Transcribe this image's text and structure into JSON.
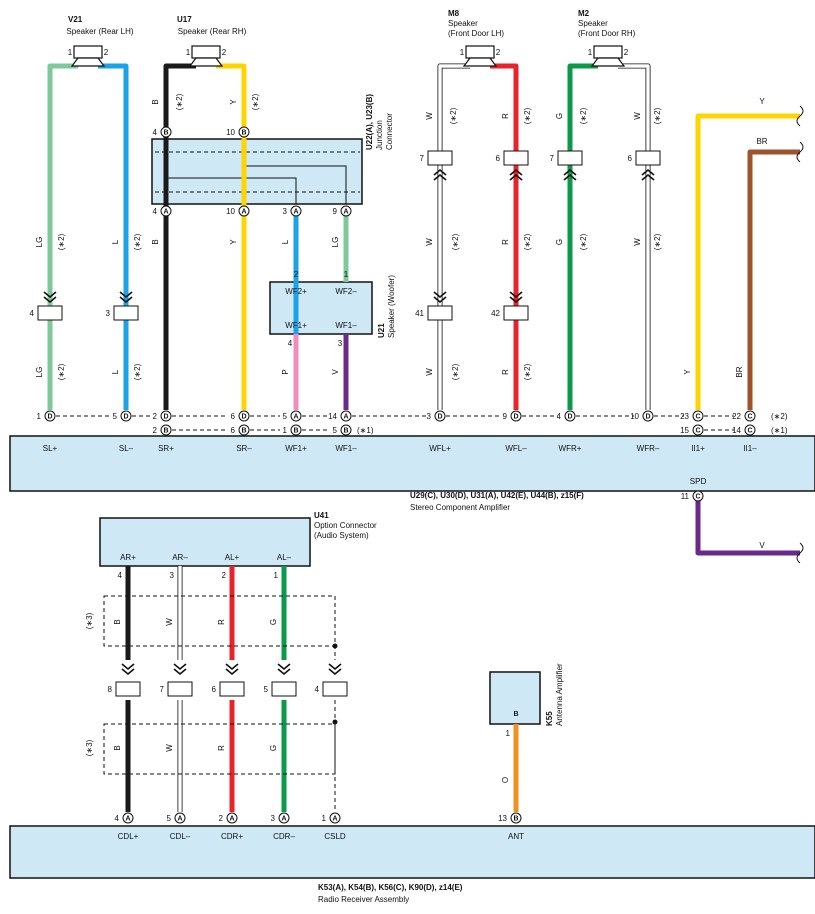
{
  "components": {
    "v21": {
      "code": "V21",
      "name": "Speaker (Rear LH)"
    },
    "u17": {
      "code": "U17",
      "name": "Speaker (Rear RH)"
    },
    "m8": {
      "code": "M8",
      "name1": "Speaker",
      "name2": "(Front Door LH)"
    },
    "m2": {
      "code": "M2",
      "name1": "Speaker",
      "name2": "(Front Door RH)"
    },
    "junction": {
      "code": "U22(A), U23(B)",
      "name1": "Junction",
      "name2": "Connector"
    },
    "woofer": {
      "code": "U21",
      "name": "Speaker (Woofer)"
    },
    "amplifier": {
      "codes": "U29(C), U30(D), U31(A), U42(E), U44(B), z15(F)",
      "name": "Stereo Component Amplifier"
    },
    "option": {
      "code": "U41",
      "name1": "Option Connector",
      "name2": "(Audio System)"
    },
    "antenna": {
      "code": "K55",
      "name": "Antenna Amplifier"
    },
    "radio": {
      "codes": "K53(A), K54(B), K56(C), K90(D), z14(E)",
      "name": "Radio Receiver Assembly"
    }
  },
  "connectors": [
    "UV1",
    "MV1",
    "MU1",
    "KU1"
  ],
  "amp_terminals": [
    "SL+",
    "SL–",
    "SR+",
    "SR–",
    "WF1+",
    "WF1–",
    "WFL+",
    "WFL–",
    "WFR+",
    "WFR–",
    "II1+",
    "II1–",
    "SPD"
  ],
  "woofer_terminals": [
    "WF2+",
    "WF2–",
    "WF1+",
    "WF1–"
  ],
  "option_terminals": [
    "AR+",
    "AR–",
    "AL+",
    "AL–"
  ],
  "radio_terminals": [
    "CDL+",
    "CDL–",
    "CDR+",
    "CDR–",
    "CSLD",
    "ANT"
  ],
  "notes": {
    "n1": "(∗1)",
    "n2": "(∗2)",
    "n3": "(∗3)"
  },
  "wire_colors": {
    "LG": "#7ec99a",
    "L": "#1aa3e8",
    "B": "#1a1a1a",
    "Y": "#ffd400",
    "W": "#ffffff",
    "R": "#e8232a",
    "G": "#0a9a4a",
    "P": "#f28cbc",
    "V": "#6a2a8c",
    "BR": "#a0522d",
    "O": "#f0901e"
  },
  "accent": {
    "component_fill": "#cfe8f6"
  }
}
